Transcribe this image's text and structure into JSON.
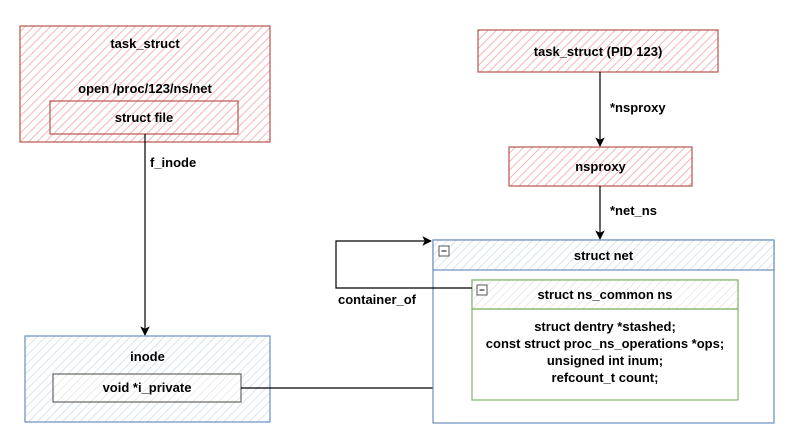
{
  "left": {
    "task_struct_title": "task_struct",
    "open_path": "open /proc/123/ns/net",
    "struct_file": "struct file",
    "edge_f_inode": "f_inode",
    "inode_title": "inode",
    "i_private": "void *i_private"
  },
  "right": {
    "task_struct_pid": "task_struct (PID 123)",
    "edge_nsproxy": "*nsproxy",
    "nsproxy": "nsproxy",
    "edge_net_ns": "*net_ns",
    "struct_net_title": "struct net",
    "ns_common_title": "struct ns_common ns",
    "ns_common_fields": [
      "struct dentry *stashed;",
      "const struct proc_ns_operations *ops;",
      "unsigned int inum;",
      "refcount_t count;"
    ],
    "edge_container_of": "container_of"
  },
  "colors": {
    "red_stroke": "#b85450",
    "red_fill": "#f8cecc",
    "blue_stroke": "#6c8ebf",
    "blue_fill": "#dae8fc",
    "green_stroke": "#82b366",
    "gray_stroke": "#666666",
    "gray_fill": "#f5f5f5"
  },
  "icons": {
    "collapse": "minus-box-icon"
  }
}
